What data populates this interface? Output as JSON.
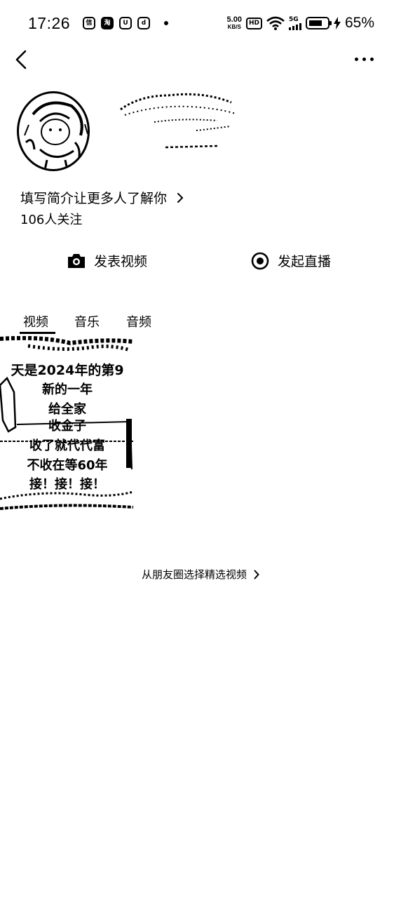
{
  "status_bar": {
    "time": "17:26",
    "left_icons": [
      "信",
      "淘",
      "U",
      "d"
    ],
    "net_speed": "5.00",
    "net_unit": "KB/S",
    "hd_label": "HD",
    "signal_label": "5G",
    "battery_percent": "65%"
  },
  "profile": {
    "intro_text": "填写简介让更多人了解你",
    "follow_count": "106人关注"
  },
  "actions": {
    "post_video": "发表视频",
    "start_live": "发起直播"
  },
  "tabs": [
    {
      "label": "视频",
      "active": true
    },
    {
      "label": "音乐",
      "active": false
    },
    {
      "label": "音频",
      "active": false
    }
  ],
  "thumbnail": {
    "lines": [
      "天是2024年的第9",
      "新的一年",
      "给全家",
      "收金子",
      "收了就代代富",
      "不收在等60年",
      "接！接！接！"
    ]
  },
  "select_link": "从朋友圈选择精选视频"
}
